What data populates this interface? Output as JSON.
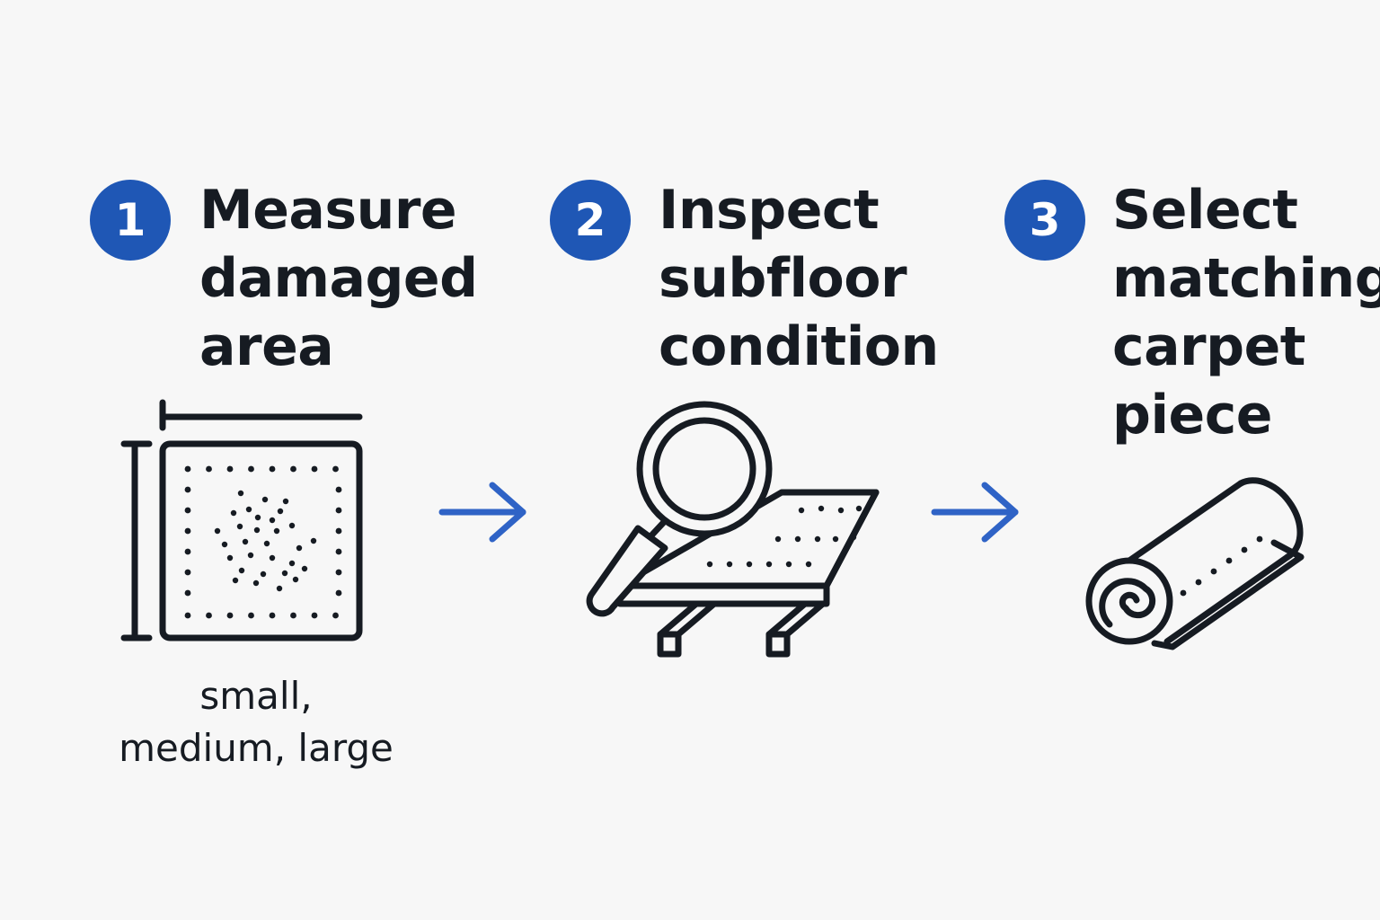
{
  "colors": {
    "accent": "#1f57b5",
    "ink": "#161b22",
    "background": "#f7f7f7"
  },
  "steps": [
    {
      "number": "1",
      "title_lines": [
        "Measure",
        "damaged",
        "area"
      ],
      "icon": "measure-carpet-icon",
      "caption_lines": [
        "small,",
        "medium, large"
      ]
    },
    {
      "number": "2",
      "title_lines": [
        "Inspect",
        "subfloor",
        "condition"
      ],
      "icon": "magnifier-subfloor-icon"
    },
    {
      "number": "3",
      "title_lines": [
        "Select",
        "matching",
        "carpet",
        "piece"
      ],
      "icon": "carpet-roll-icon"
    }
  ],
  "connectors": [
    "arrow-right-icon",
    "arrow-right-icon"
  ]
}
